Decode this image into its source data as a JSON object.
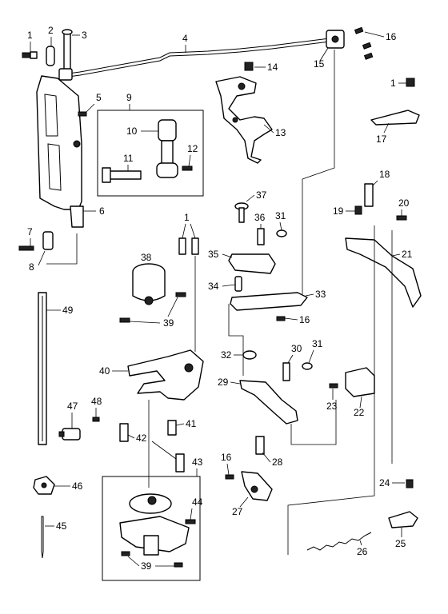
{
  "diagram": {
    "callouts": {
      "c1a": "1",
      "c2": "2",
      "c3": "3",
      "c4": "4",
      "c5": "5",
      "c6": "6",
      "c7": "7",
      "c8": "8",
      "c9": "9",
      "c10": "10",
      "c11": "11",
      "c12": "12",
      "c13": "13",
      "c14": "14",
      "c15": "15",
      "c16a": "16",
      "c1b": "1",
      "c17": "17",
      "c18": "18",
      "c19": "19",
      "c20": "20",
      "c21": "21",
      "c22": "22",
      "c23": "23",
      "c16b": "16",
      "c24": "24",
      "c25": "25",
      "c26": "26",
      "c27": "27",
      "c28": "28",
      "c29": "29",
      "c30": "30",
      "c31a": "31",
      "c31b": "31",
      "c32": "32",
      "c33": "33",
      "c34": "34",
      "c35": "35",
      "c36": "36",
      "c37": "37",
      "c38": "38",
      "c39a": "39",
      "c39b": "39",
      "c40": "40",
      "c41": "41",
      "c42": "42",
      "c43": "43",
      "c44": "44",
      "c45": "45",
      "c46": "46",
      "c47": "47",
      "c48": "48",
      "c49": "49",
      "c1c": "1",
      "c16c": "16"
    }
  }
}
